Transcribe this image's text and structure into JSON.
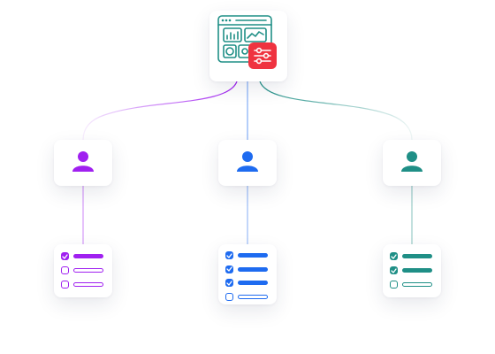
{
  "hub": {
    "icon": "dashboard-icon",
    "badge_icon": "sliders-icon",
    "colors": {
      "teal": "#1f8f86",
      "red": "#ef3340"
    }
  },
  "branches": [
    {
      "name": "purple",
      "color": "#a020f0",
      "user_icon": "user-icon",
      "checklist": [
        true,
        false,
        false
      ]
    },
    {
      "name": "blue",
      "color": "#1e6bf0",
      "user_icon": "user-icon",
      "checklist": [
        true,
        true,
        true,
        false
      ]
    },
    {
      "name": "teal",
      "color": "#1f8f86",
      "user_icon": "user-icon",
      "checklist": [
        true,
        true,
        false
      ]
    }
  ]
}
